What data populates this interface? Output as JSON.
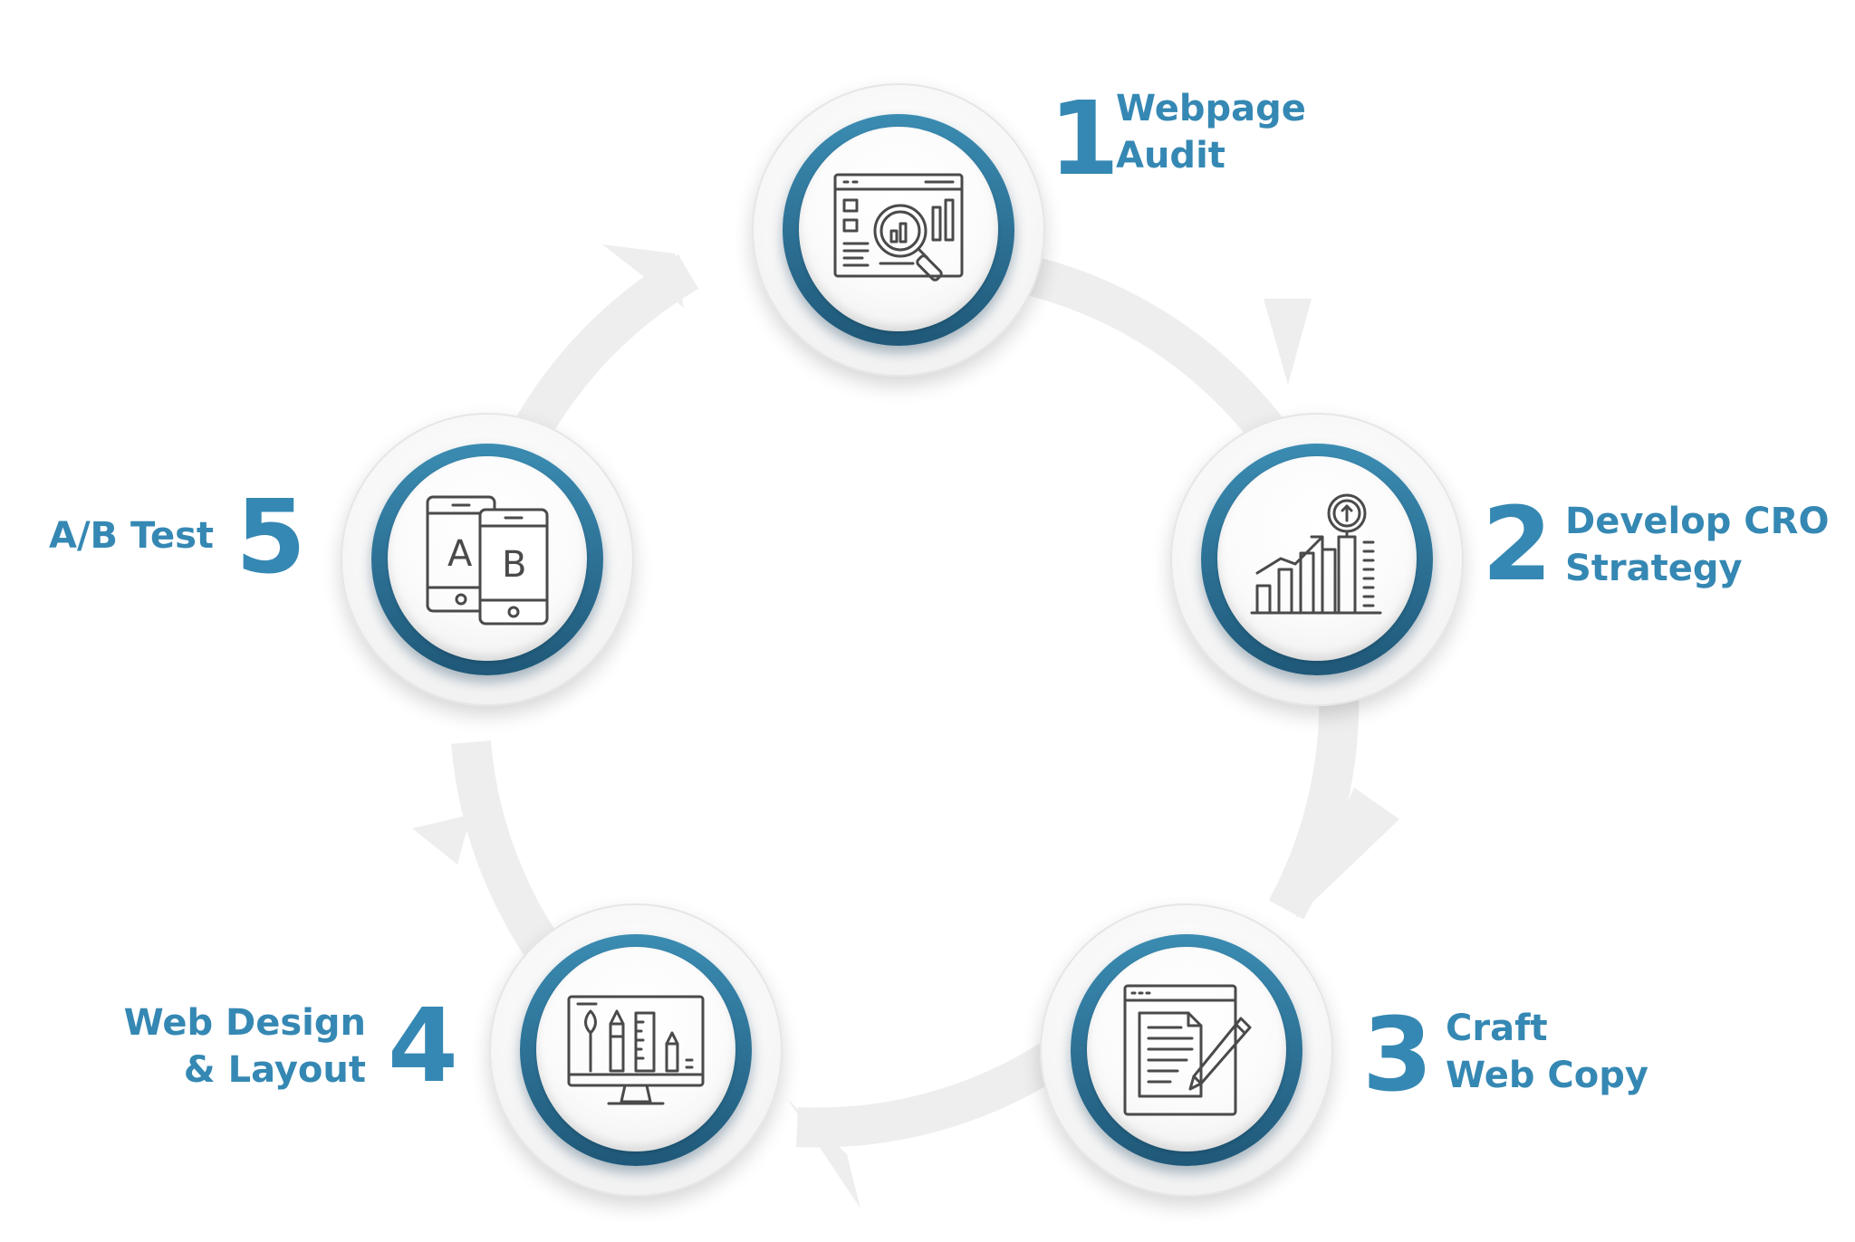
{
  "steps": [
    {
      "number": "1",
      "line1": "Webpage",
      "line2": "Audit",
      "icon": "webpage-audit-icon"
    },
    {
      "number": "2",
      "line1": "Develop CRO",
      "line2": "Strategy",
      "icon": "growth-chart-icon"
    },
    {
      "number": "3",
      "line1": "Craft",
      "line2": "Web Copy",
      "icon": "document-pencil-icon"
    },
    {
      "number": "4",
      "line1": "Web Design",
      "line2": "& Layout",
      "icon": "design-monitor-icon"
    },
    {
      "number": "5",
      "line1": "A/B Test",
      "line2": "",
      "icon": "ab-test-phones-icon"
    }
  ],
  "ab_icon": {
    "letter_a": "A",
    "letter_b": "B"
  },
  "colors": {
    "accent": "#3588b3",
    "ring_dark": "#1f5878",
    "cycle_arrow": "#eeeeee",
    "icon_stroke": "#4a4a4a"
  }
}
